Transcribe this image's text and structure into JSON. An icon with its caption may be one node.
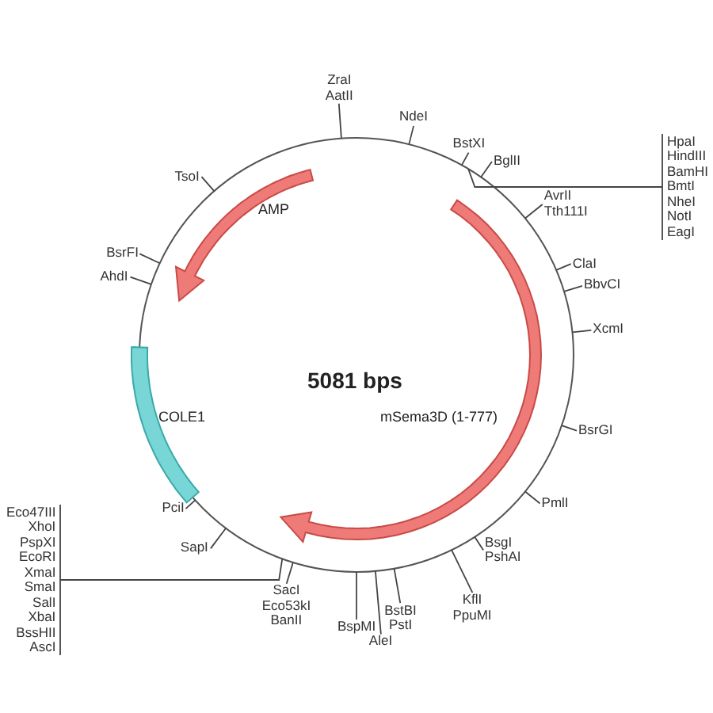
{
  "diagram": {
    "nodes": [
      {
        "text": [
          "ZraI",
          "AatII"
        ]
      },
      {
        "text": [
          "NdeI"
        ]
      },
      {
        "text": [
          "BstXI"
        ]
      },
      {
        "text": [
          "HpaI",
          "HindIII",
          "BamHI",
          "BmtI",
          "NheI",
          "NotI",
          "EagI"
        ]
      },
      {
        "text": [
          "BglII"
        ]
      },
      {
        "text": [
          "AvrII",
          "Tth111I"
        ]
      },
      {
        "text": [
          "ClaI"
        ]
      },
      {
        "text": [
          "BbvCI"
        ]
      },
      {
        "text": [
          "XcmI"
        ]
      },
      {
        "text": [
          "BsrGI"
        ]
      },
      {
        "text": [
          "PmlI"
        ]
      },
      {
        "text": [
          "BsgI",
          "PshAI"
        ]
      },
      {
        "text": [
          "KflI",
          "PpuMI"
        ]
      },
      {
        "text": [
          "BstBI",
          "PstI"
        ]
      },
      {
        "text": [
          "AleI"
        ]
      },
      {
        "text": [
          "BspMI"
        ]
      },
      {
        "text": [
          "SacI",
          "Eco53kI",
          "BanII"
        ]
      },
      {
        "text": [
          "Eco47III",
          "XhoI",
          "PspXI",
          "EcoRI",
          "XmaI",
          "SmaI",
          "SalI",
          "XbaI",
          "BssHII",
          "AscI"
        ]
      },
      {
        "text": [
          "SapI"
        ]
      },
      {
        "text": [
          "PciI"
        ]
      },
      {
        "text": [
          "AhdI"
        ]
      },
      {
        "text": [
          "BsrFI"
        ]
      },
      {
        "text": [
          "TsoI"
        ]
      },
      {
        "text": [],
        "shape": "circle"
      }
    ],
    "edges": [
      {
        "from": 0,
        "to": 23,
        "arrow": "none"
      },
      {
        "from": 1,
        "to": 23,
        "arrow": "none"
      },
      {
        "from": 2,
        "to": 23,
        "arrow": "none"
      },
      {
        "from": 3,
        "to": 23,
        "arrow": "none"
      },
      {
        "from": 4,
        "to": 23,
        "arrow": "none"
      },
      {
        "from": 5,
        "to": 23,
        "arrow": "none"
      },
      {
        "from": 6,
        "to": 23,
        "arrow": "none"
      },
      {
        "from": 7,
        "to": 23,
        "arrow": "none"
      },
      {
        "from": 8,
        "to": 23,
        "arrow": "none"
      },
      {
        "from": 9,
        "to": 23,
        "arrow": "none"
      },
      {
        "from": 10,
        "to": 23,
        "arrow": "none"
      },
      {
        "from": 11,
        "to": 23,
        "arrow": "none"
      },
      {
        "from": 12,
        "to": 23,
        "arrow": "none"
      },
      {
        "from": 13,
        "to": 23,
        "arrow": "none"
      },
      {
        "from": 14,
        "to": 23,
        "arrow": "none"
      },
      {
        "from": 15,
        "to": 23,
        "arrow": "none"
      },
      {
        "from": 16,
        "to": 23,
        "arrow": "none"
      },
      {
        "from": 17,
        "to": 23,
        "arrow": "none"
      },
      {
        "from": 18,
        "to": 23,
        "arrow": "none"
      },
      {
        "from": 19,
        "to": 23,
        "arrow": "none"
      },
      {
        "from": 20,
        "to": 23,
        "arrow": "none"
      },
      {
        "from": 21,
        "to": 23,
        "arrow": "none"
      },
      {
        "from": 22,
        "to": 23,
        "arrow": "none"
      }
    ],
    "labels": [
      "AMP",
      "5081 bps",
      "COLE1",
      "mSema3D (1-777)"
    ]
  }
}
